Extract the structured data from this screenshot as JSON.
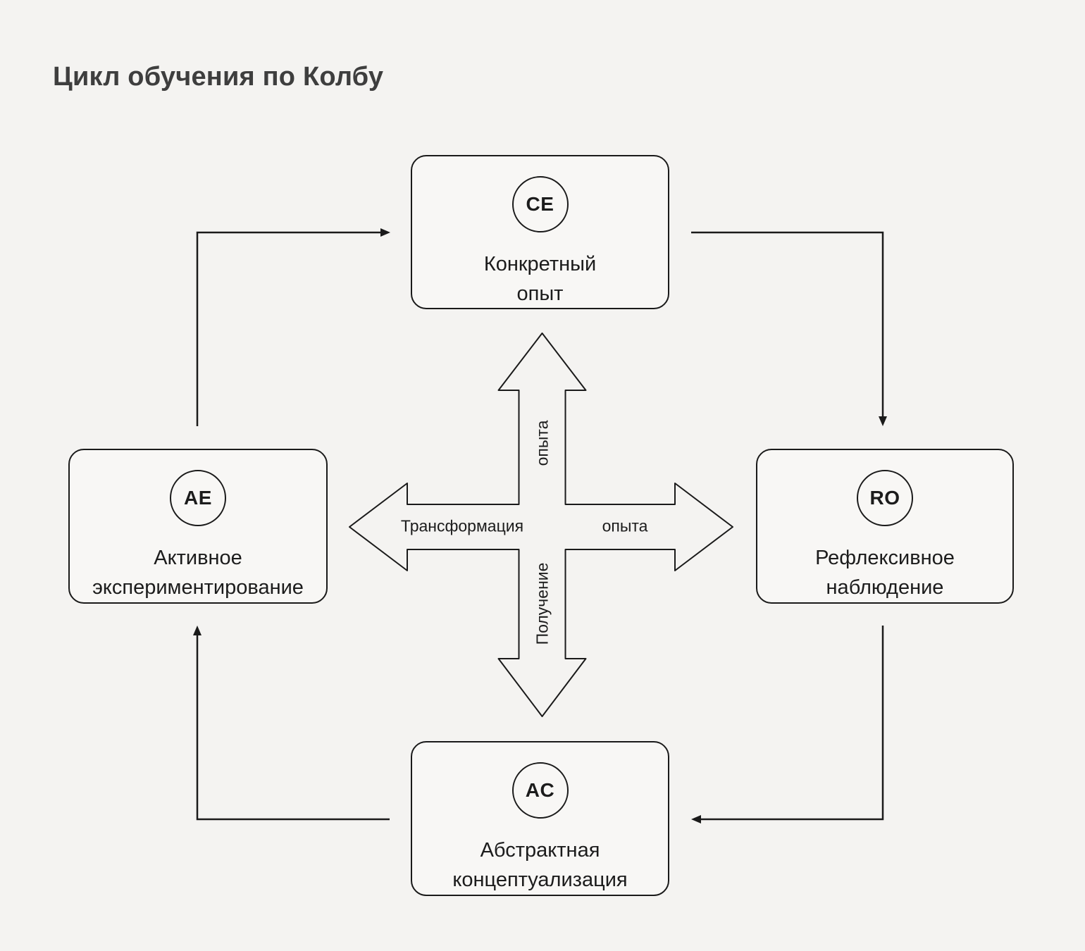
{
  "title": "Цикл обучения по Колбу",
  "colors": {
    "background": "#f4f3f1",
    "box_fill": "#f8f7f5",
    "line": "#1a1a1a",
    "text": "#1c1c1c",
    "title_text": "#3e3e3e"
  },
  "nodes": [
    {
      "code": "CE",
      "lines": [
        "Конкретный",
        "опыт"
      ]
    },
    {
      "code": "RO",
      "lines": [
        "Рефлексивное",
        "наблюдение"
      ]
    },
    {
      "code": "AC",
      "lines": [
        "Абстрактная",
        "концептуализация"
      ]
    },
    {
      "code": "AE",
      "lines": [
        "Активное",
        "экспериментирование"
      ]
    }
  ],
  "axis_labels": {
    "transformation": "Трансформация",
    "transformation_object": "опыта",
    "acquisition": "Получение",
    "acquisition_object": "опыта"
  }
}
